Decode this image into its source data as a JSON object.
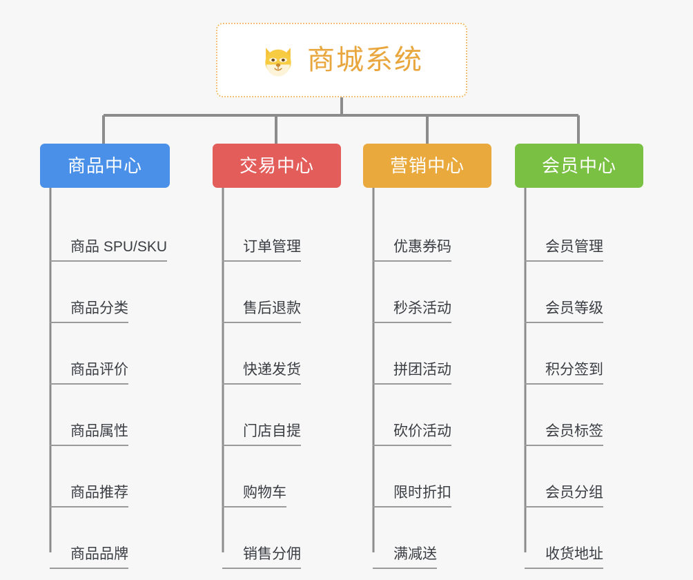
{
  "diagram": {
    "title": "商城系统",
    "root": {
      "icon": "shiba-dog-face-icon",
      "label": "商城系统",
      "border_color": "#f0c070",
      "text_color": "#e8a63c",
      "background": "#ffffff"
    },
    "background_color": "#f7f7f7",
    "connector_color": "#8c8c8c",
    "leaf_underline_color": "#9a9a9a",
    "leaf_text_color": "#3a3d42",
    "columns": [
      {
        "label": "商品中心",
        "color": "#4a90e8",
        "items": [
          "商品 SPU/SKU",
          "商品分类",
          "商品评价",
          "商品属性",
          "商品推荐",
          "商品品牌"
        ]
      },
      {
        "label": "交易中心",
        "color": "#e35d5b",
        "items": [
          "订单管理",
          "售后退款",
          "快递发货",
          "门店自提",
          "购物车",
          "销售分佣"
        ]
      },
      {
        "label": "营销中心",
        "color": "#eaa93c",
        "items": [
          "优惠券码",
          "秒杀活动",
          "拼团活动",
          "砍价活动",
          "限时折扣",
          "满减送"
        ]
      },
      {
        "label": "会员中心",
        "color": "#7ac143",
        "items": [
          "会员管理",
          "会员等级",
          "积分签到",
          "会员标签",
          "会员分组",
          "收货地址"
        ]
      }
    ]
  }
}
